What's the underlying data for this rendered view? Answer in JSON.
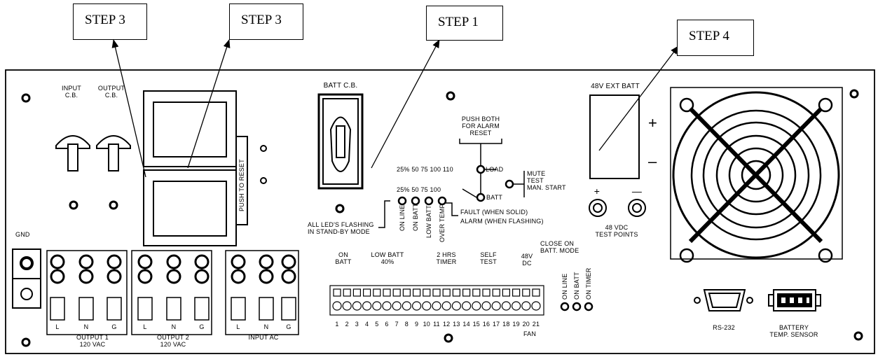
{
  "callouts": [
    {
      "id": "step3a",
      "text": "STEP 3"
    },
    {
      "id": "step3b",
      "text": "STEP 3"
    },
    {
      "id": "step1",
      "text": "STEP 1"
    },
    {
      "id": "step4",
      "text": "STEP 4"
    }
  ],
  "breakers": {
    "input_cb": [
      "INPUT",
      "C.B."
    ],
    "output_cb": [
      "OUTPUT",
      "C.B."
    ],
    "batt_cb": "BATT C.B.",
    "push_to_reset": "PUSH TO RESET"
  },
  "ext_batt": {
    "title": "48V EXT BATT",
    "plus": "+",
    "minus": "–",
    "tp_plus": "+",
    "tp_minus": "—",
    "test_points": [
      "48 VDC",
      "TEST POINTS"
    ]
  },
  "alarm": {
    "push_both": [
      "PUSH BOTH",
      "FOR ALARM",
      "RESET"
    ],
    "load_scale": "25% 50  75  100 110",
    "load": "LOAD",
    "batt_scale": "25% 50  75  100",
    "batt": "BATT",
    "mute": [
      "MUTE",
      "TEST",
      "MAN. START"
    ],
    "fault": "FAULT (WHEN SOLID)",
    "alarm_flash": "ALARM (WHEN FLASHING)",
    "all_leds": [
      "ALL LED'S FLASHING",
      "IN STAND-BY MODE"
    ],
    "status_leds": [
      "ON LINE",
      "ON BATT",
      "LOW BATT",
      "OVER TEMP"
    ]
  },
  "terminals": {
    "gnd": "GND",
    "output1": [
      "OUTPUT 1",
      "120 VAC"
    ],
    "output2": [
      "OUTPUT 2",
      "120 VAC"
    ],
    "input_ac": "INPUT AC",
    "lng": [
      "L",
      "N",
      "G"
    ]
  },
  "relay": {
    "on_batt": [
      "ON",
      "BATT"
    ],
    "low_batt": [
      "LOW BATT",
      "40%"
    ],
    "timer": [
      "2 HRS",
      "TIMER"
    ],
    "self_test": [
      "SELF",
      "TEST"
    ],
    "dc48": [
      "48V",
      "DC"
    ],
    "close_on": [
      "CLOSE ON",
      "BATT. MODE"
    ],
    "fan": "FAN",
    "numbers": [
      "1",
      "2",
      "3",
      "4",
      "5",
      "6",
      "7",
      "8",
      "9",
      "10",
      "11",
      "12",
      "13",
      "14",
      "15",
      "16",
      "17",
      "18",
      "19",
      "20",
      "21"
    ],
    "side_leds": [
      "ON LINE",
      "ON BATT",
      "ON TIMER"
    ]
  },
  "ports": {
    "rs232": "RS-232",
    "battery_sensor": [
      "BATTERY",
      "TEMP. SENSOR"
    ]
  }
}
